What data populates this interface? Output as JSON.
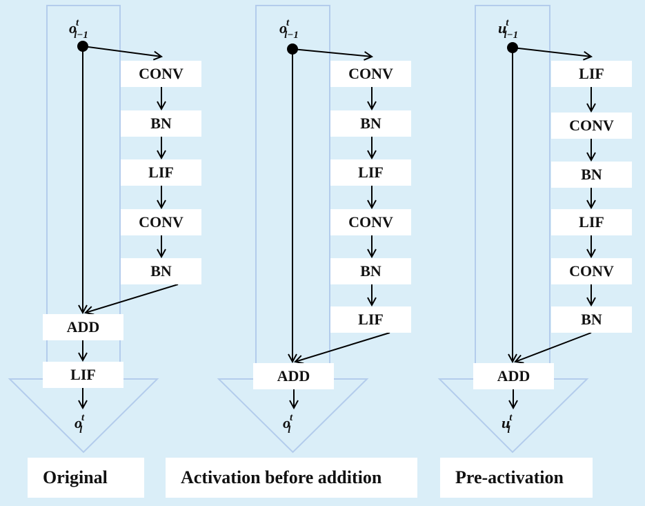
{
  "colors": {
    "background": "#daeef8",
    "outline": "#b3ccec",
    "box": "#ffffff",
    "stroke": "#000000"
  },
  "panels": [
    {
      "name": "original",
      "caption": "Original",
      "input": {
        "base": "o",
        "sup": "t",
        "sub": "l−1"
      },
      "output": {
        "base": "o",
        "sup": "t",
        "sub": "l"
      },
      "branch_blocks": [
        "CONV",
        "BN",
        "LIF",
        "CONV",
        "BN"
      ],
      "tail_blocks": [
        "ADD",
        "LIF"
      ]
    },
    {
      "name": "activation-before-addition",
      "caption": "Activation before addition",
      "input": {
        "base": "o",
        "sup": "t",
        "sub": "l−1"
      },
      "output": {
        "base": "o",
        "sup": "t",
        "sub": "l"
      },
      "branch_blocks": [
        "CONV",
        "BN",
        "LIF",
        "CONV",
        "BN",
        "LIF"
      ],
      "tail_blocks": [
        "ADD"
      ]
    },
    {
      "name": "pre-activation",
      "caption": "Pre-activation",
      "input": {
        "base": "u",
        "sup": "t",
        "sub": "l−1"
      },
      "output": {
        "base": "u",
        "sup": "t",
        "sub": "l"
      },
      "branch_blocks": [
        "LIF",
        "CONV",
        "BN",
        "LIF",
        "CONV",
        "BN"
      ],
      "tail_blocks": [
        "ADD"
      ]
    }
  ]
}
